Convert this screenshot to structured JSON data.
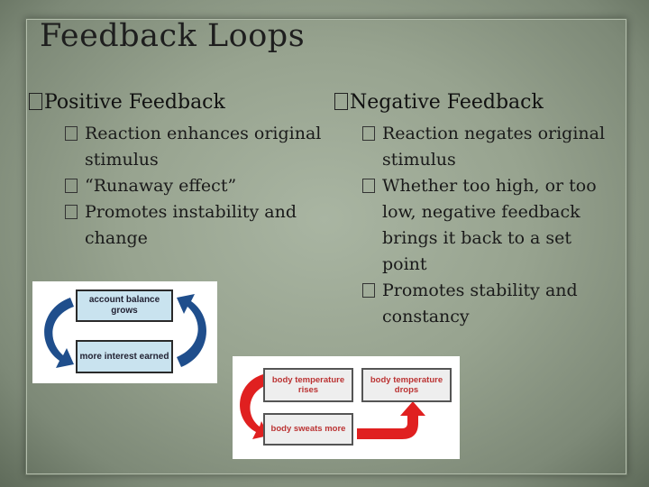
{
  "slide": {
    "title": "Feedback Loops",
    "positive": {
      "heading": "Positive Feedback",
      "bullets": [
        "Reaction enhances original stimulus",
        "“Runaway effect”",
        "Promotes instability and change"
      ]
    },
    "negative": {
      "heading": "Negative Feedback",
      "bullets": [
        "Reaction negates original stimulus",
        "Whether too high, or too low, negative feedback brings it back to a set point",
        "Promotes stability and constancy"
      ]
    }
  },
  "positive_diagram": {
    "top_box": "account balance grows",
    "bottom_box": "more interest earned",
    "arrow_color": "#1f4e8c"
  },
  "negative_diagram": {
    "top_left_box": "body temperature rises",
    "top_right_box": "body temperature drops",
    "bottom_box": "body sweats more",
    "arrow_color": "#e02020"
  }
}
